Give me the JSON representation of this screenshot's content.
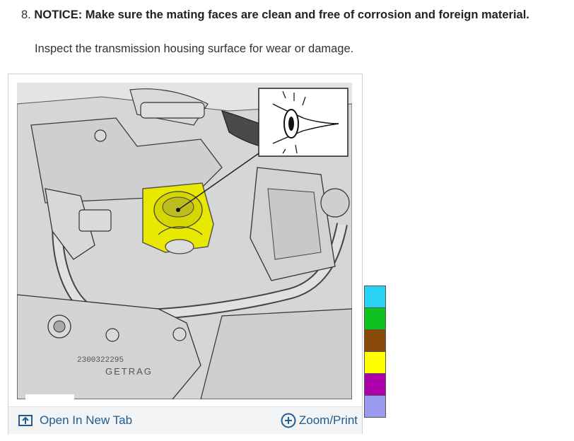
{
  "step": {
    "number": "8.",
    "notice": "NOTICE: Make sure the mating faces are clean and free of corrosion and foreign material."
  },
  "instruction": "Inspect the transmission housing surface for wear or damage.",
  "figure": {
    "id": "E125472",
    "stamp_line1": "2300322295",
    "stamp_line2": "GETRAG",
    "open_tab_label": "Open In New Tab",
    "zoom_label": "Zoom/Print"
  },
  "swatch_colors": [
    "#29d2f2",
    "#10c21f",
    "#8b4a0a",
    "#ffff00",
    "#ad00ad",
    "#9a9af0"
  ],
  "icons": [
    "eye-icon",
    "open-new-tab-icon",
    "plus-circle-icon"
  ]
}
